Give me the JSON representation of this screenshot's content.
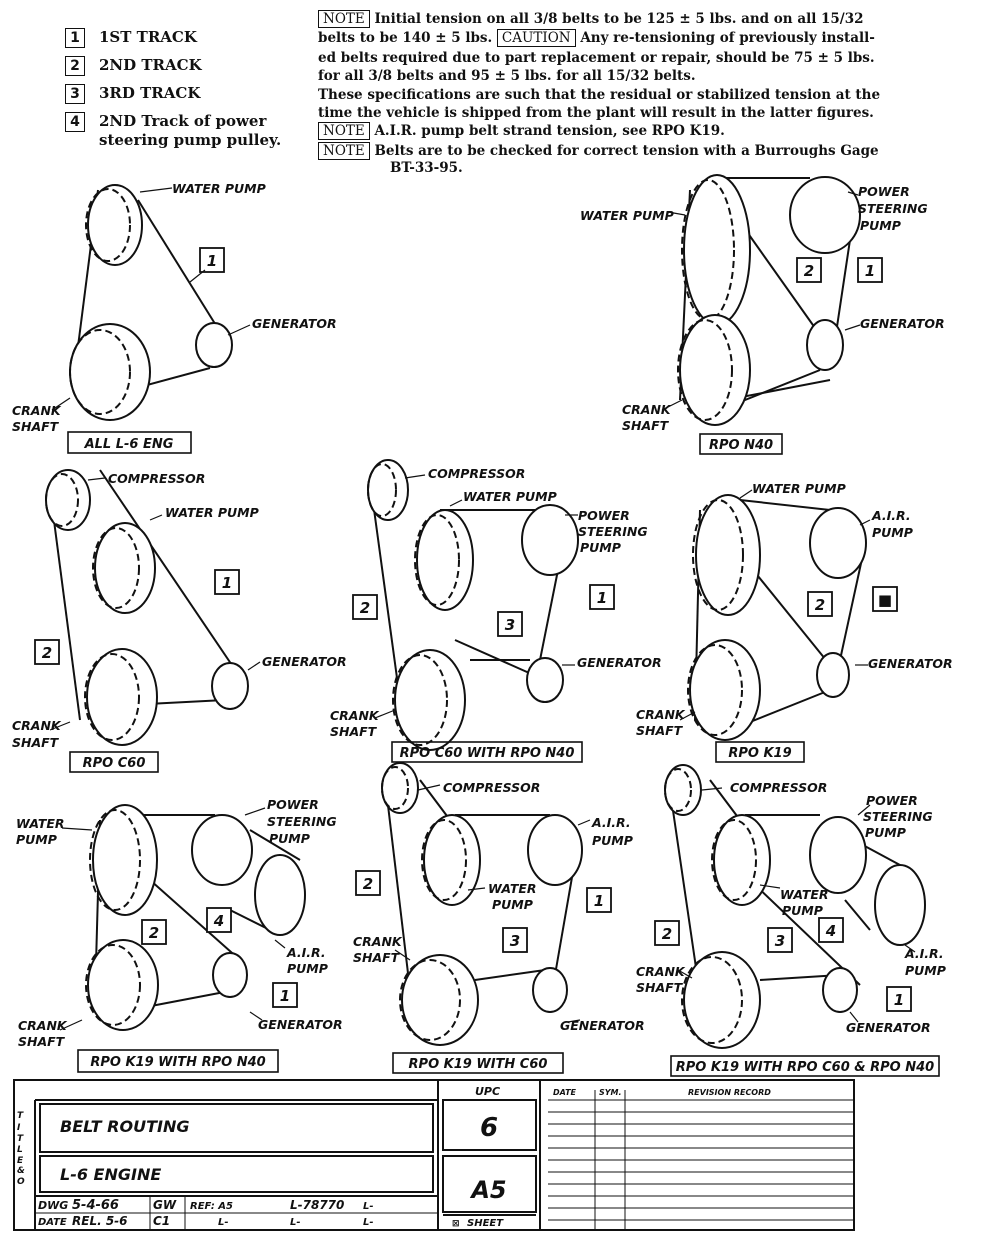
{
  "legend": [
    {
      "num": "1",
      "text": "1ST TRACK"
    },
    {
      "num": "2",
      "text": "2ND TRACK"
    },
    {
      "num": "3",
      "text": "3RD TRACK"
    },
    {
      "num": "4",
      "text": "2ND Track of power",
      "text2": "steering pump pulley."
    }
  ],
  "notes": {
    "tag_note": "NOTE",
    "tag_caution": "CAUTION",
    "line1": "Initial tension on all 3/8 belts to be 125 ± 5 lbs. and on all 15/32",
    "line2a": "belts to be 140 ± 5 lbs.",
    "line2b": "Any re-tensioning of previously install-",
    "line3": "ed belts required due to part replacement or repair, should be 75 ± 5 lbs.",
    "line4": "for all 3/8 belts and 95 ± 5 lbs. for all 15/32 belts.",
    "line5": "These specifications are such that the residual or stabilized tension at the",
    "line6": "time the vehicle is shipped from the plant will result in the latter figures.",
    "line7": "A.I.R. pump belt strand tension, see RPO K19.",
    "line8": "Belts are to be checked for correct tension with a Burroughs Gage",
    "line9": "BT-33-95."
  },
  "labels": {
    "water_pump": "WATER PUMP",
    "generator": "GENERATOR",
    "crank": "CRANK",
    "shaft": "SHAFT",
    "compressor": "COMPRESSOR",
    "power": "POWER",
    "steering": "STEERING",
    "pump": "PUMP",
    "water": "WATER",
    "air": "A.I.R.",
    "power_steering_pump_lc": "POWER STEERING PUMP"
  },
  "captions": {
    "d1": "ALL L-6 ENG",
    "d2": "RPO N40",
    "d3": "RPO C60",
    "d4": "RPO C60 WITH RPO N40",
    "d5": "RPO K19",
    "d6": "RPO K19 WITH RPO N40",
    "d7": "RPO K19 WITH C60",
    "d8": "RPO K19 WITH RPO C60 & RPO N40"
  },
  "title_block": {
    "title_letters": [
      "T",
      "I",
      "T",
      "L",
      "E"
    ],
    "sub_letters": [
      "&",
      "O"
    ],
    "title": "BELT ROUTING",
    "subtitle": "L-6 ENGINE",
    "upc_label": "UPC",
    "upc_value": "6",
    "sheet_value": "A5",
    "sheet_label": "SHEET",
    "dwg_label": "DWG",
    "dwg_value": "5-4-66",
    "gw": "GW",
    "ref": "REF: A5",
    "ref_no": "L-78770",
    "l_mark": "L-",
    "date_label": "DATE",
    "rel": "REL. 5-6",
    "ci": "C1",
    "date_col": "DATE",
    "sym_col": "SYM.",
    "revision_col": "REVISION RECORD"
  }
}
